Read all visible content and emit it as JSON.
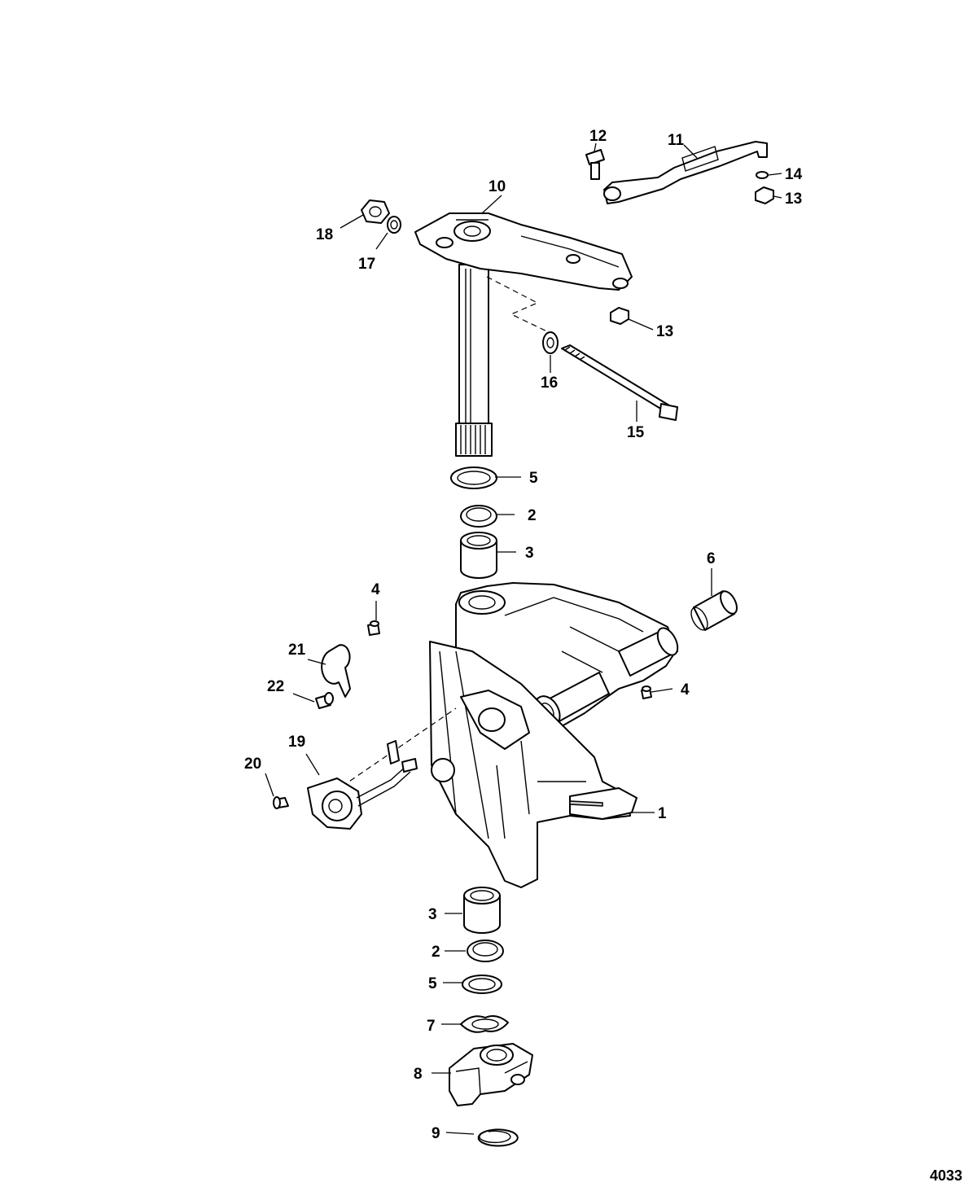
{
  "figure_number": "4033",
  "callouts": [
    "1",
    "2",
    "2",
    "3",
    "3",
    "4",
    "4",
    "5",
    "5",
    "6",
    "7",
    "8",
    "9",
    "10",
    "11",
    "12",
    "13",
    "13",
    "14",
    "15",
    "16",
    "17",
    "18",
    "19",
    "20",
    "21",
    "22"
  ]
}
